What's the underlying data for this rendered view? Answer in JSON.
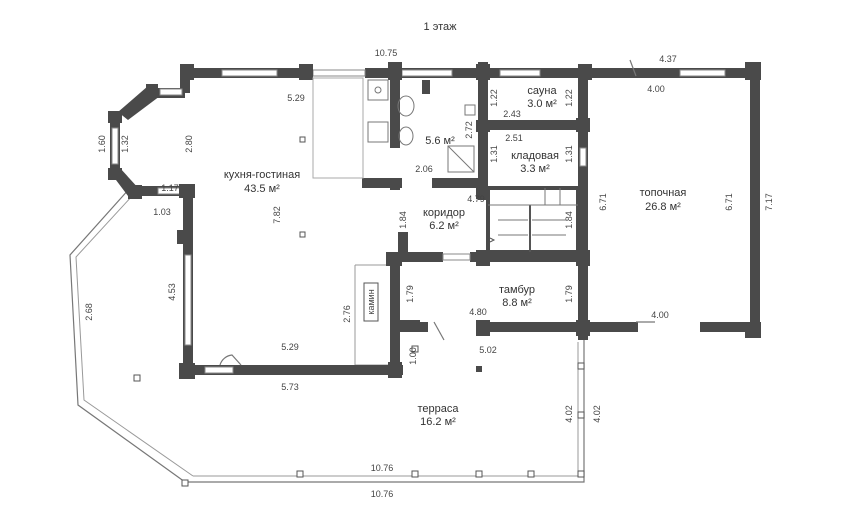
{
  "title": "1 этаж",
  "rooms": {
    "kitchen": {
      "name": "кухня-гостиная",
      "area": "43.5 м²"
    },
    "bath": {
      "area": "5.6 м²"
    },
    "sauna": {
      "name": "сауна",
      "area": "3.0 м²"
    },
    "pantry": {
      "name": "кладовая",
      "area": "3.3 м²"
    },
    "furnace": {
      "name": "топочная",
      "area": "26.8 м²"
    },
    "corridor": {
      "name": "коридор",
      "area": "6.2 м²"
    },
    "vestibule": {
      "name": "тамбур",
      "area": "8.8 м²"
    },
    "terrace": {
      "name": "терраса",
      "area": "16.2 м²"
    },
    "fireplace": {
      "name": "камин"
    }
  },
  "dims": {
    "top_total": "10.75",
    "top_right": "4.37",
    "kitchen_top": "5.29",
    "sauna_h1": "1.22",
    "sauna_h2": "1.22",
    "sauna_w": "2.43",
    "bath_h": "2.72",
    "pantry_w": "2.51",
    "pantry_h1": "1.31",
    "pantry_h2": "1.31",
    "furnace_top": "4.00",
    "bay_1": "1.60",
    "bay_2": "1.32",
    "kitchen_left": "2.80",
    "bay_3": "1.17",
    "bay_4": "1.03",
    "corr_w": "2.06",
    "stair_w": "4.79",
    "kitchen_h": "7.82",
    "corr_h": "1.84",
    "stair_h": "1.84",
    "furnace_h1": "6.71",
    "furnace_h2": "6.71",
    "right_total": "7.17",
    "kitchen_left2": "4.53",
    "terrace_left": "2.68",
    "fire_h": "2.76",
    "vest_h1": "1.79",
    "vest_h2": "1.79",
    "vest_w": "4.80",
    "furnace_bottom": "4.00",
    "kitchen_bottom": "5.29",
    "step_h": "1.00",
    "step_w": "5.02",
    "kitchen_bottom2": "5.73",
    "terrace_h1": "4.02",
    "terrace_h2": "4.02",
    "terrace_w1": "10.76",
    "terrace_w2": "10.76"
  }
}
